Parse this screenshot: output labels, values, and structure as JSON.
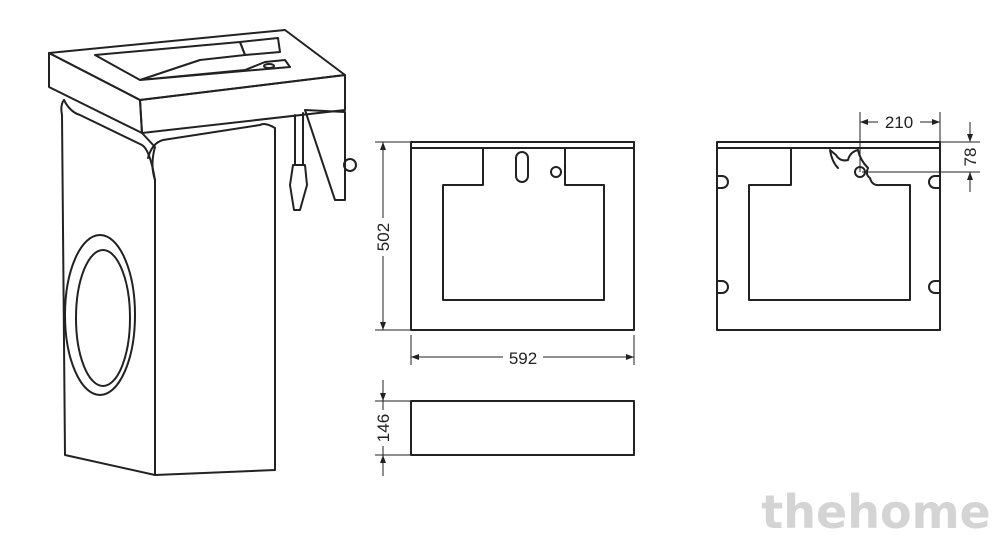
{
  "dimensions": {
    "height": "502",
    "width": "592",
    "depth": "146",
    "drain_offset_x": "210",
    "drain_offset_y": "78"
  },
  "watermark": "thehome",
  "colors": {
    "line": "#222222",
    "watermark": "#d4d4d4"
  }
}
